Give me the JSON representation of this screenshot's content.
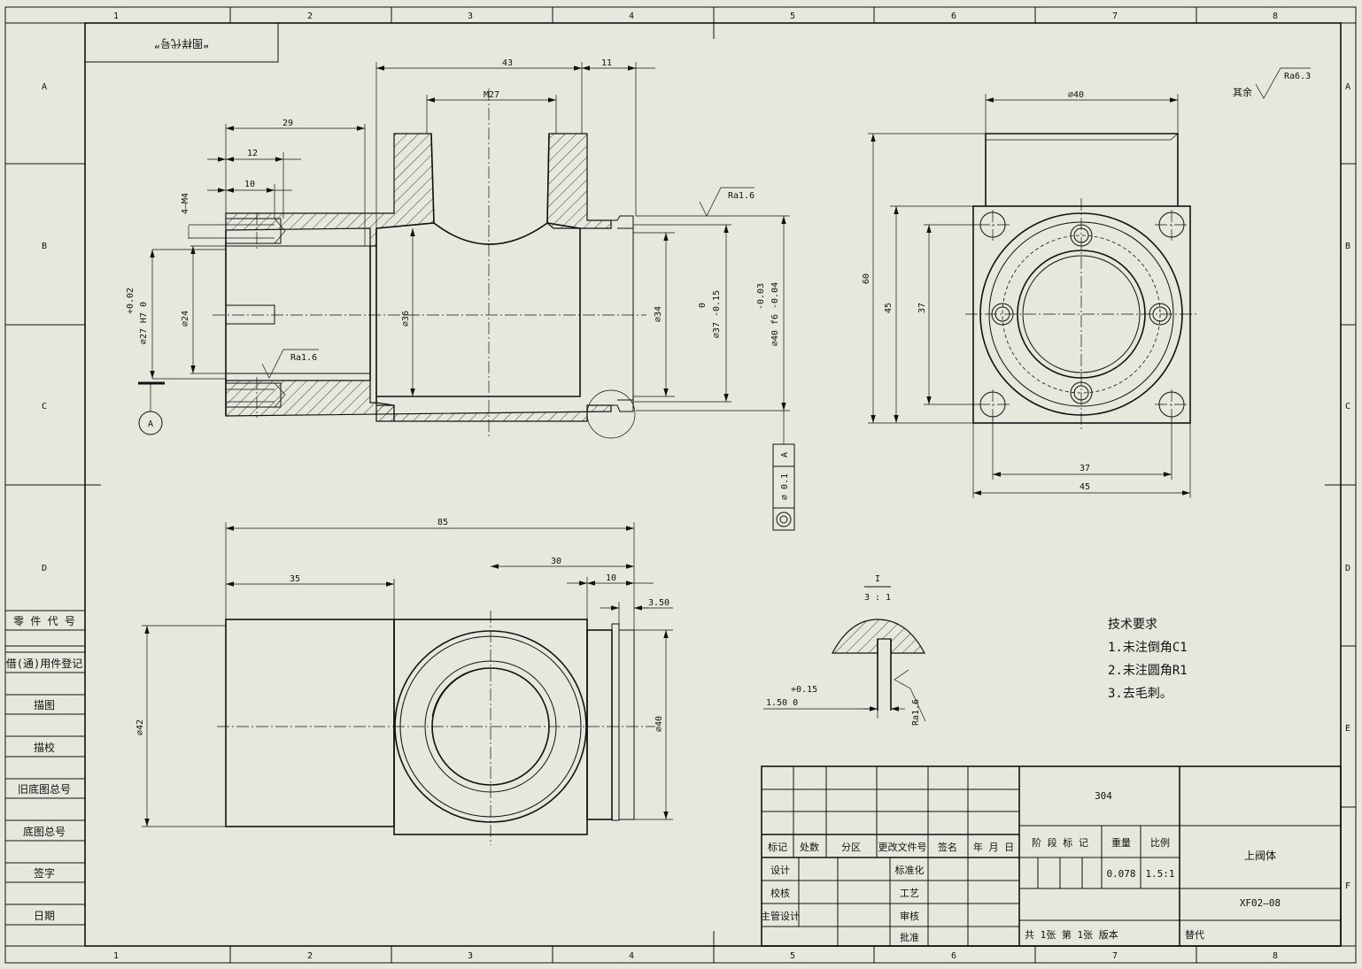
{
  "zones": {
    "columns": [
      "1",
      "2",
      "3",
      "4",
      "5",
      "6",
      "7",
      "8"
    ],
    "rows": [
      "A",
      "B",
      "C",
      "D",
      "E",
      "F"
    ]
  },
  "stamp": "“图样代号”",
  "dims": {
    "d43": "43",
    "d11": "11",
    "m27": "M27",
    "d29": "29",
    "d12": "12",
    "d10": "10",
    "m4": "4—M4",
    "d24": "∅24",
    "d27": "∅27 H7  0",
    "d27tol": "+0.02",
    "d36": "∅36",
    "d34": "∅34",
    "d37": "∅37 -0.15",
    "d37tol": "0",
    "d40f6": "∅40 f6 -0.04",
    "d40tol": "-0.03",
    "ra1": "Ra1.6",
    "ra2": "Ra1.6",
    "datum": "A",
    "fcf_val": "∅ 0.1",
    "fcf_ref": "A",
    "d40top": "∅40",
    "d60": "60",
    "d45v": "45",
    "d37v": "37",
    "d37h": "37",
    "d45h": "45",
    "d85": "85",
    "d35": "35",
    "d30": "30",
    "d10b": "10",
    "d350": "3.50",
    "d42": "∅42",
    "d40side": "∅40",
    "detail_top": "I",
    "detail_scale": "3 : 1",
    "d150": "1.50  0",
    "d150tol": "+0.15",
    "ra3": "Ra1.6"
  },
  "roughness_rest": {
    "label": "其余",
    "value": "Ra6.3"
  },
  "tech_req": {
    "title": "技术要求",
    "items": [
      "1.未注倒角C1",
      "2.未注圆角R1",
      "3.去毛刺。"
    ]
  },
  "side_table": [
    "零 件 代 号",
    "借(通)用件登记",
    "描图",
    "描校",
    "旧底图总号",
    "底图总号",
    "签字",
    "日期"
  ],
  "title_block": {
    "material": "304",
    "hdr": [
      "标记",
      "处数",
      "分区",
      "更改文件号",
      "签名",
      "年 月 日"
    ],
    "left_rows": [
      "设计",
      "校核",
      "主管设计"
    ],
    "mid_rows": [
      "标准化",
      "工艺",
      "审核",
      "批准"
    ],
    "stage_label": "阶 段 标 记",
    "weight_label": "重量",
    "scale_label": "比例",
    "weight": "0.078",
    "scale": "1.5:1",
    "part_name": "上阀体",
    "drawing_no": "XF02—08",
    "sheets": "共 1张   第 1张  版本",
    "replace": "替代"
  }
}
